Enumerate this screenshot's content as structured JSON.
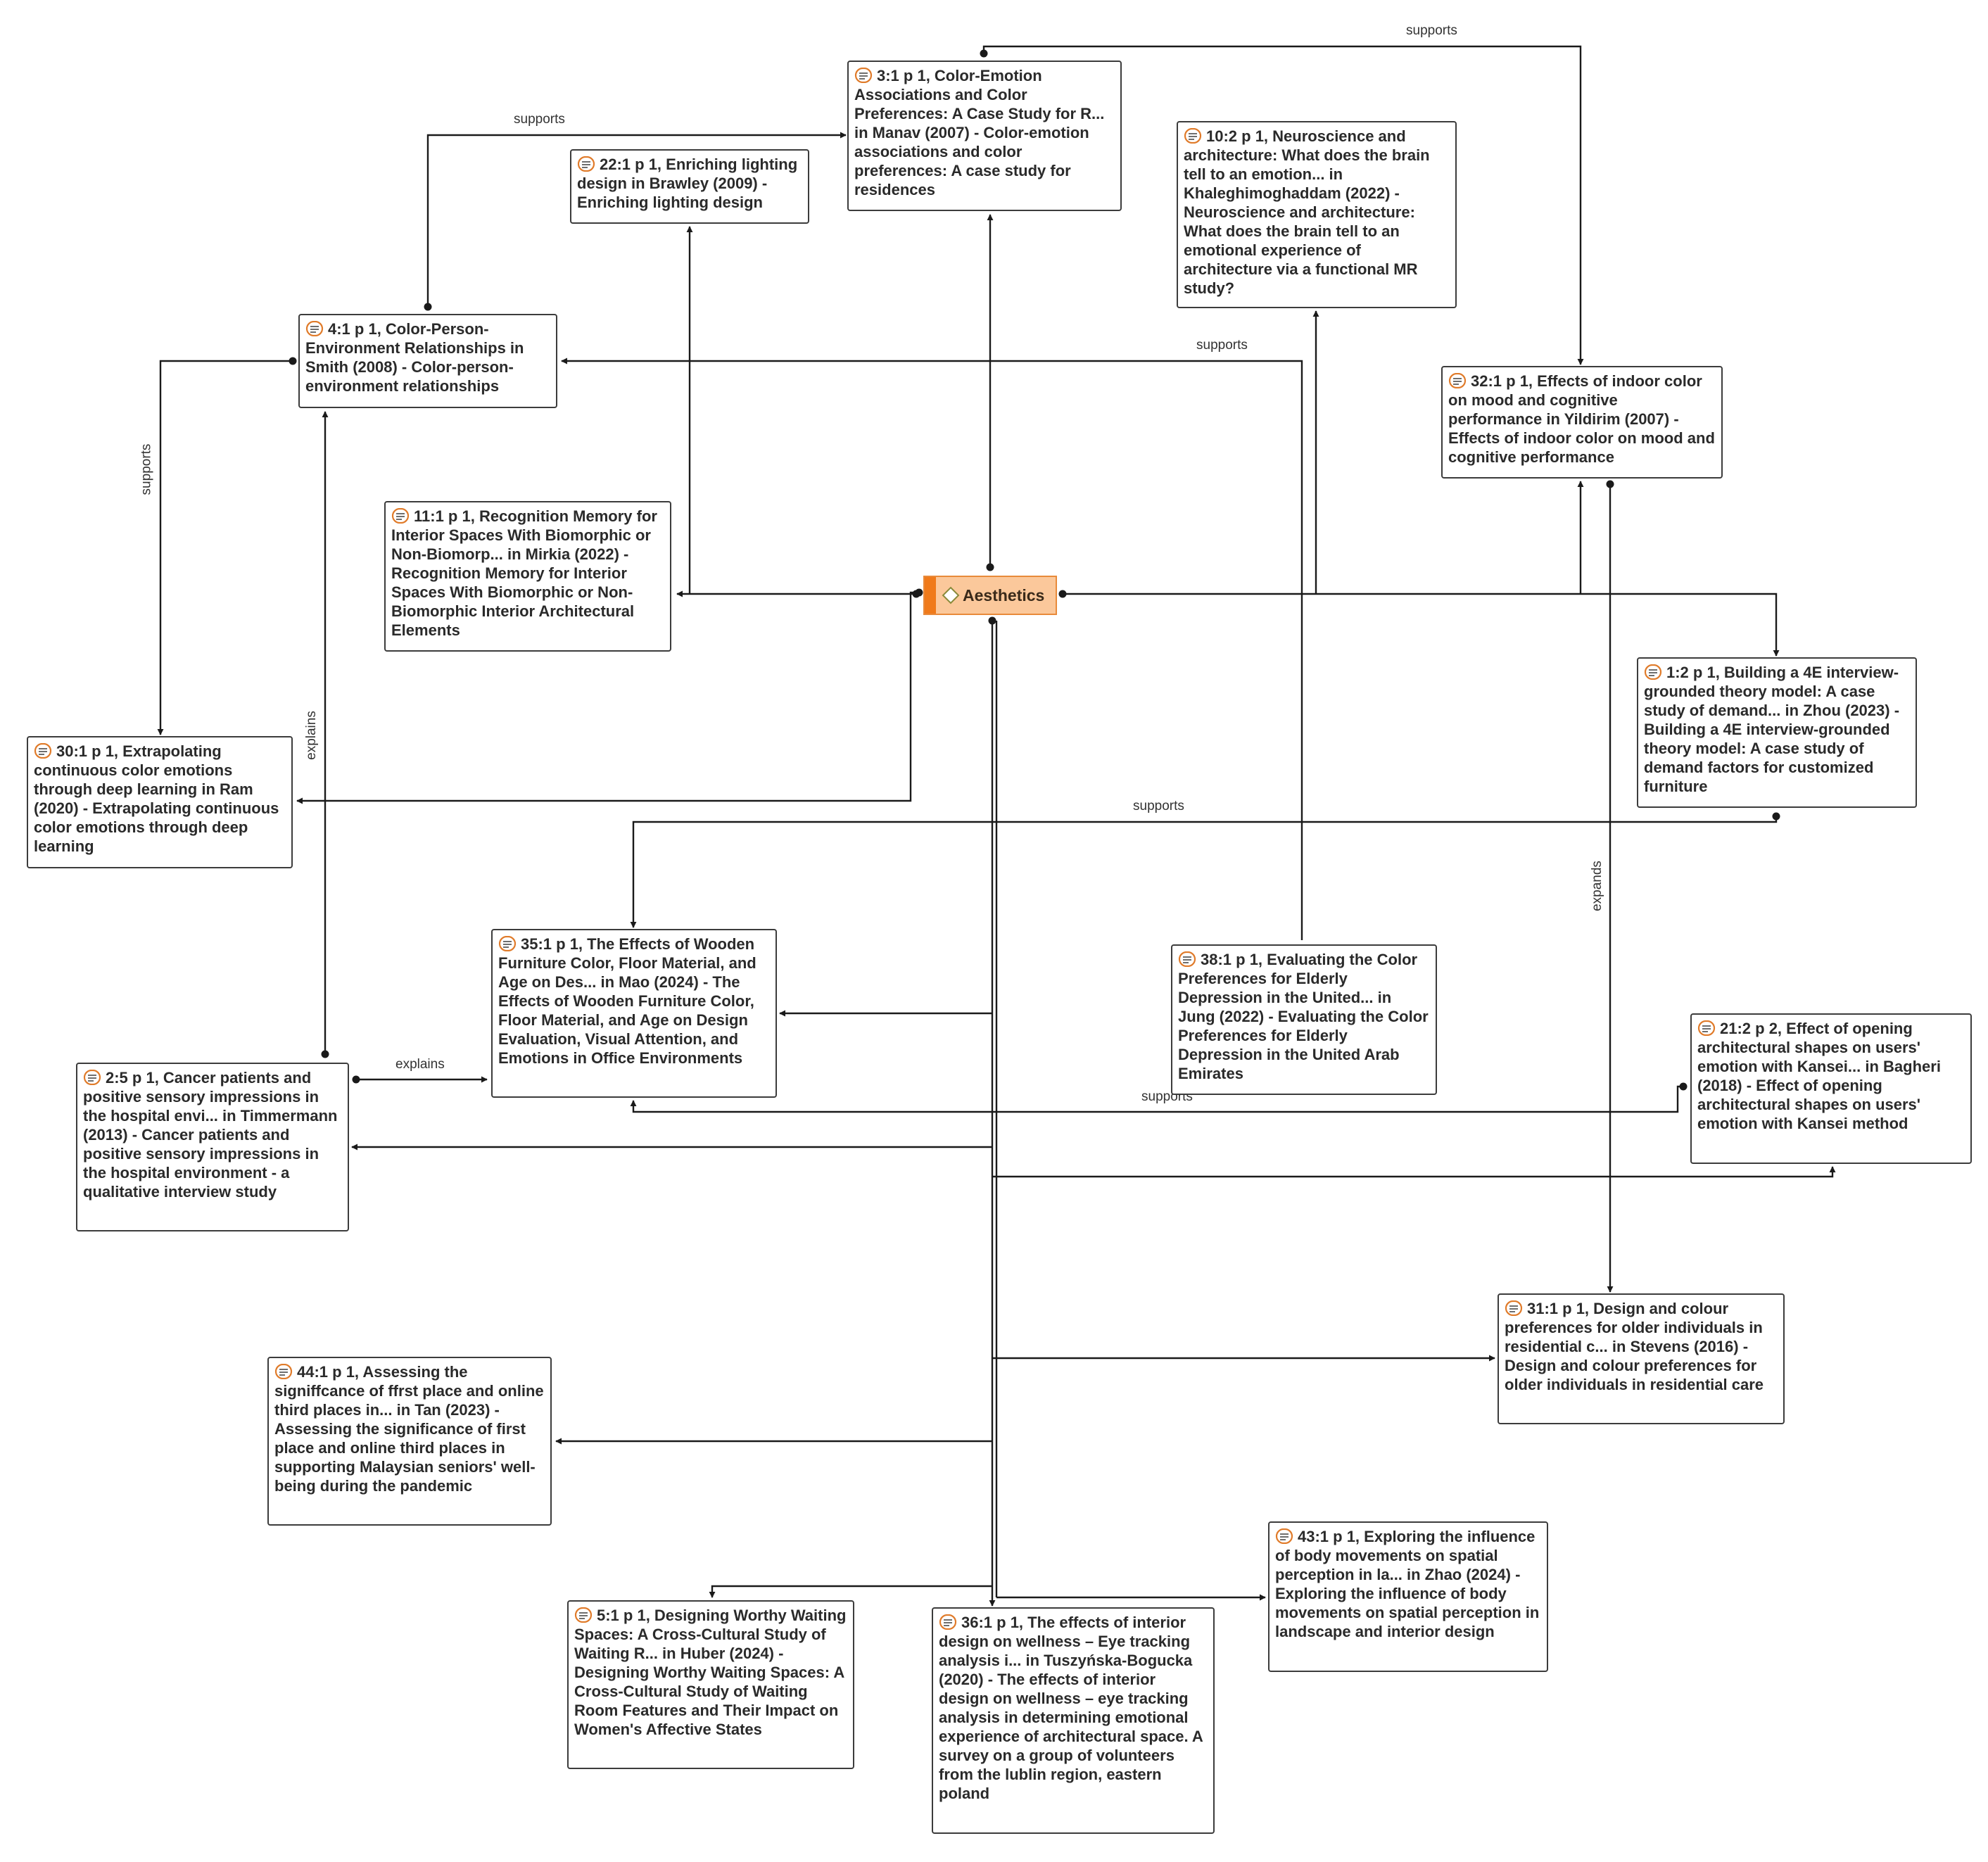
{
  "hub": {
    "label": "Aesthetics",
    "icon": "diamond-icon",
    "color": "#fbc89b",
    "accent": "#f07a1a"
  },
  "nodes": [
    {
      "id": "n3-1",
      "icon": "quote-icon",
      "text": "3:1 p 1, Color-Emotion Associations and Color Preferences: A Case Study for R... in Manav (2007) - Color-emotion associations and color preferences: A case study for residences"
    },
    {
      "id": "n22-1",
      "icon": "quote-icon",
      "text": "22:1 p 1, Enriching lighting design in Brawley (2009) - Enriching lighting design"
    },
    {
      "id": "n10-2",
      "icon": "quote-icon",
      "text": "10:2 p 1, Neuroscience and architecture: What does  the brain tell to an emotion... in Khaleghimoghaddam (2022) - Neuroscience and architecture: What does the brain tell to an emotional experience of architecture via a functional MR study?"
    },
    {
      "id": "n4-1",
      "icon": "quote-icon",
      "text": "4:1 p 1, Color-Person-Environment Relationships in Smith (2008) - Color-person-environment relationships"
    },
    {
      "id": "n32-1",
      "icon": "quote-icon",
      "text": "32:1 p 1, Effects of indoor color on mood and cognitive performance in Yildirim (2007) - Effects of indoor color on mood and cognitive performance"
    },
    {
      "id": "n11-1",
      "icon": "quote-icon",
      "text": "11:1 p 1, Recognition Memory for Interior Spaces  With Biomorphic or Non-Biomorp... in Mirkia (2022) - Recognition Memory for Interior Spaces With Biomorphic or Non-Biomorphic Interior Architectural Elements"
    },
    {
      "id": "n1-2",
      "icon": "quote-icon",
      "text": "1:2 p 1, Building a 4E interview-grounded theory  model: A case study of demand... in Zhou (2023) - Building a 4E interview-grounded theory model: A case study of demand factors for customized furniture"
    },
    {
      "id": "n30-1",
      "icon": "quote-icon",
      "text": "30:1 p 1, Extrapolating continuous color emotions through deep learning in Ram (2020) - Extrapolating continuous color emotions through deep learning"
    },
    {
      "id": "n35-1",
      "icon": "quote-icon",
      "text": "35:1 p 1, The Effects of Wooden Furniture Color, Floor Material, and Age  on Des... in Mao (2024) - The Effects of Wooden Furniture Color, Floor Material, and Age on Design Evaluation, Visual Attention, and Emotions in Office Environments"
    },
    {
      "id": "n38-1",
      "icon": "quote-icon",
      "text": "38:1 p 1, Evaluating the Color Preferences for Elderly Depression in the  United... in Jung (2022) - Evaluating the Color Preferences for Elderly Depression in the United Arab Emirates"
    },
    {
      "id": "n21-2",
      "icon": "quote-icon",
      "text": "21:2 p 2, Effect of opening architectural shapes on users' emotion with  Kansei... in Bagheri (2018) - Effect of opening architectural shapes on users' emotion with Kansei method"
    },
    {
      "id": "n2-5",
      "icon": "quote-icon",
      "text": "2:5 p 1, Cancer patients and positive sensory impressions in the  hospital envi... in Timmermann (2013) - Cancer patients and positive sensory impressions in the hospital environment - a qualitative interview study"
    },
    {
      "id": "n31-1",
      "icon": "quote-icon",
      "text": "31:1 p 1, Design and colour preferences  for older individuals in  residential c... in Stevens (2016) - Design and colour preferences for older individuals in residential care"
    },
    {
      "id": "n44-1",
      "icon": "quote-icon",
      "text": "44:1 p 1, Assessing the signiffcance of ffrst place and online third places in... in Tan (2023) - Assessing the significance of first place and online third places in supporting Malaysian seniors' well-being during the pandemic"
    },
    {
      "id": "n43-1",
      "icon": "quote-icon",
      "text": "43:1 p 1, Exploring the influence of body movements on spatial perception in  la... in Zhao (2024) - Exploring the influence of body movements on spatial perception in landscape and interior design"
    },
    {
      "id": "n5-1",
      "icon": "quote-icon",
      "text": "5:1 p 1, Designing Worthy Waiting  Spaces: A Cross-Cultural Study  of Waiting R... in Huber (2024) - Designing Worthy Waiting Spaces: A Cross-Cultural Study of Waiting Room Features and Their Impact on Women's Affective States"
    },
    {
      "id": "n36-1",
      "icon": "quote-icon",
      "text": "36:1 p 1, The effects of interior design on wellness – Eye tracking analysis i... in Tuszyńska-Bogucka (2020) - The effects of interior design on wellness – eye tracking analysis in determining emotional experience of architectural space. A survey on a group of volunteers from the lublin region, eastern poland"
    }
  ],
  "edge_labels": [
    {
      "id": "l1",
      "text": "supports"
    },
    {
      "id": "l2",
      "text": "supports"
    },
    {
      "id": "l3",
      "text": "supports"
    },
    {
      "id": "l4",
      "text": "supports"
    },
    {
      "id": "l5",
      "text": "explains"
    },
    {
      "id": "l6",
      "text": "supports"
    },
    {
      "id": "l7",
      "text": "explains"
    },
    {
      "id": "l8",
      "text": "supports"
    },
    {
      "id": "l9",
      "text": "expands"
    }
  ],
  "colors": {
    "line": "#1a1a1a",
    "node_border": "#3c3c3c",
    "icon": "#e07b2a"
  }
}
